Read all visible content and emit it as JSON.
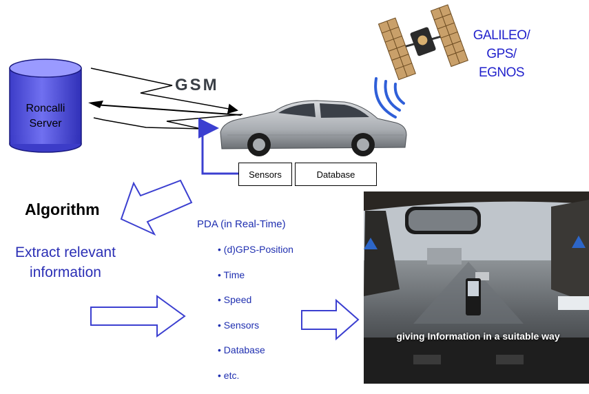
{
  "satellite": {
    "label_lines": [
      "GALILEO/",
      "GPS/",
      "EGNOS"
    ]
  },
  "server": {
    "label_lines": [
      "Roncalli",
      "Server"
    ]
  },
  "gsm": {
    "logo_text": "GSM"
  },
  "vehicle": {
    "sensors_label": "Sensors",
    "database_label": "Database"
  },
  "algorithm": {
    "title": "Algorithm",
    "subtitle_lines": [
      "Extract relevant",
      "information"
    ]
  },
  "pda": {
    "title": "PDA (in Real-Time)",
    "items": [
      "(d)GPS-Position",
      "Time",
      "Speed",
      "Sensors",
      "Database",
      "etc."
    ]
  },
  "photo": {
    "caption": "giving Information in a suitable way"
  },
  "colors": {
    "accent_blue": "#2b2fb5",
    "arrow_blue": "#3b3fd0",
    "cylinder": "#4848d6"
  }
}
